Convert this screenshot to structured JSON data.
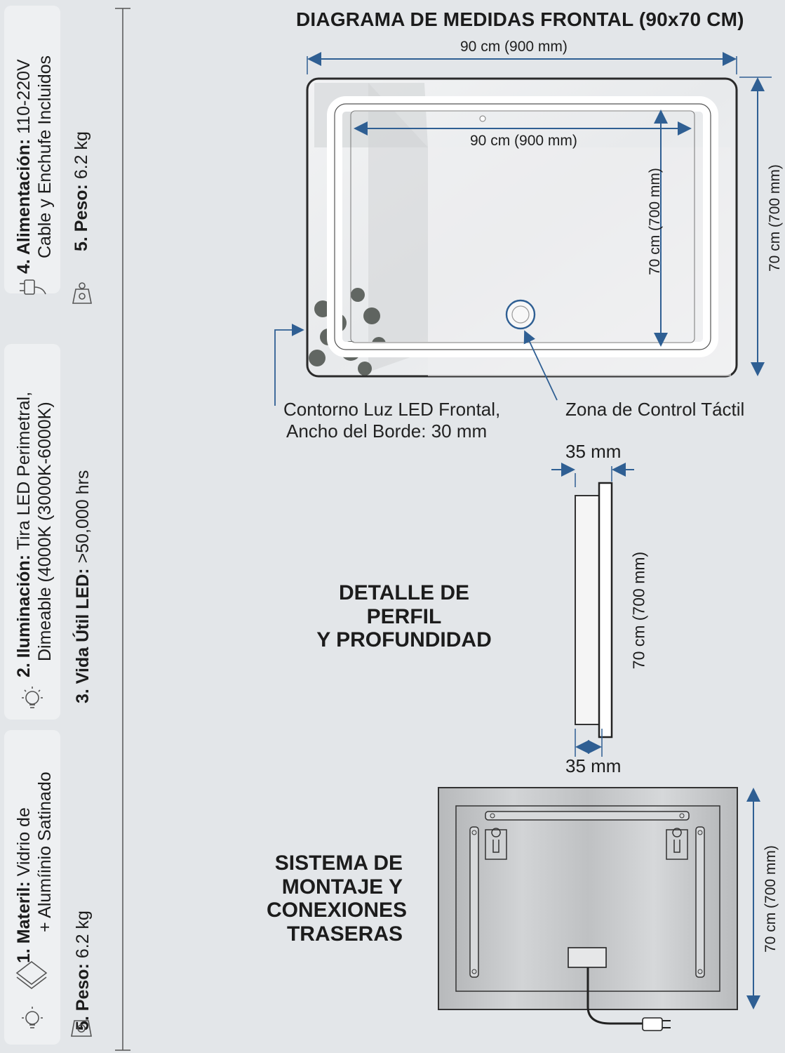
{
  "front": {
    "title": "DIAGRAMA DE MEDIDAS FRONTAL (90x70 CM)",
    "width_outer": "90 cm (900 mm)",
    "width_inner": "90 cm (900 mm)",
    "height_inner": "70 cm (700 mm)",
    "height_outer": "70 cm (700 mm)",
    "callout_led_line1": "Contorno Luz LED Frontal,",
    "callout_led_line2": "Ancho del Borde: 30 mm",
    "callout_touch": "Zona de Control Táctil"
  },
  "profile": {
    "title_line1": "DETALLE DE PERFIL",
    "title_line2": "Y PROFUNDIDAD",
    "depth_top": "35 mm",
    "depth_bottom": "35 mm",
    "height": "70 cm (700 mm)"
  },
  "back": {
    "title_line1": "SISTEMA DE",
    "title_line2": "MONTAJE Y",
    "title_line3": "CONEXIONES",
    "title_line4": "TRASERAS",
    "height": "70 cm (700 mm)"
  },
  "specs": {
    "s4_label": "4. Alimentación:",
    "s4_value": " 110-220V",
    "s4_line2": "Cable y Enchufe Incluidos",
    "s5a_label": "5. Peso:",
    "s5a_value": " 6.2 kg",
    "s2_label": "2. Iluminación:",
    "s2_value": " Tira LED Perimetral,",
    "s2_line2": "Dimeable (4000K (3000K-6000K)",
    "s3_label": "3. Vida Útil LED:",
    "s3_value": " >50,000 hrs",
    "s1_label": "1. Materil:",
    "s1_value": " Vidrio de",
    "s1_line2": "+ Alumíinio Satinado",
    "s5b_label": "5. Peso:",
    "s5b_value": " 6.2 kg"
  },
  "icons": [
    "plug-icon",
    "weight-icon",
    "bulb-icon",
    "layers-icon",
    "bulb-icon",
    "weight-icon"
  ],
  "colors": {
    "dimension_line": "#2f5f93",
    "background": "#e3e6e9",
    "led": "#ffffff"
  }
}
